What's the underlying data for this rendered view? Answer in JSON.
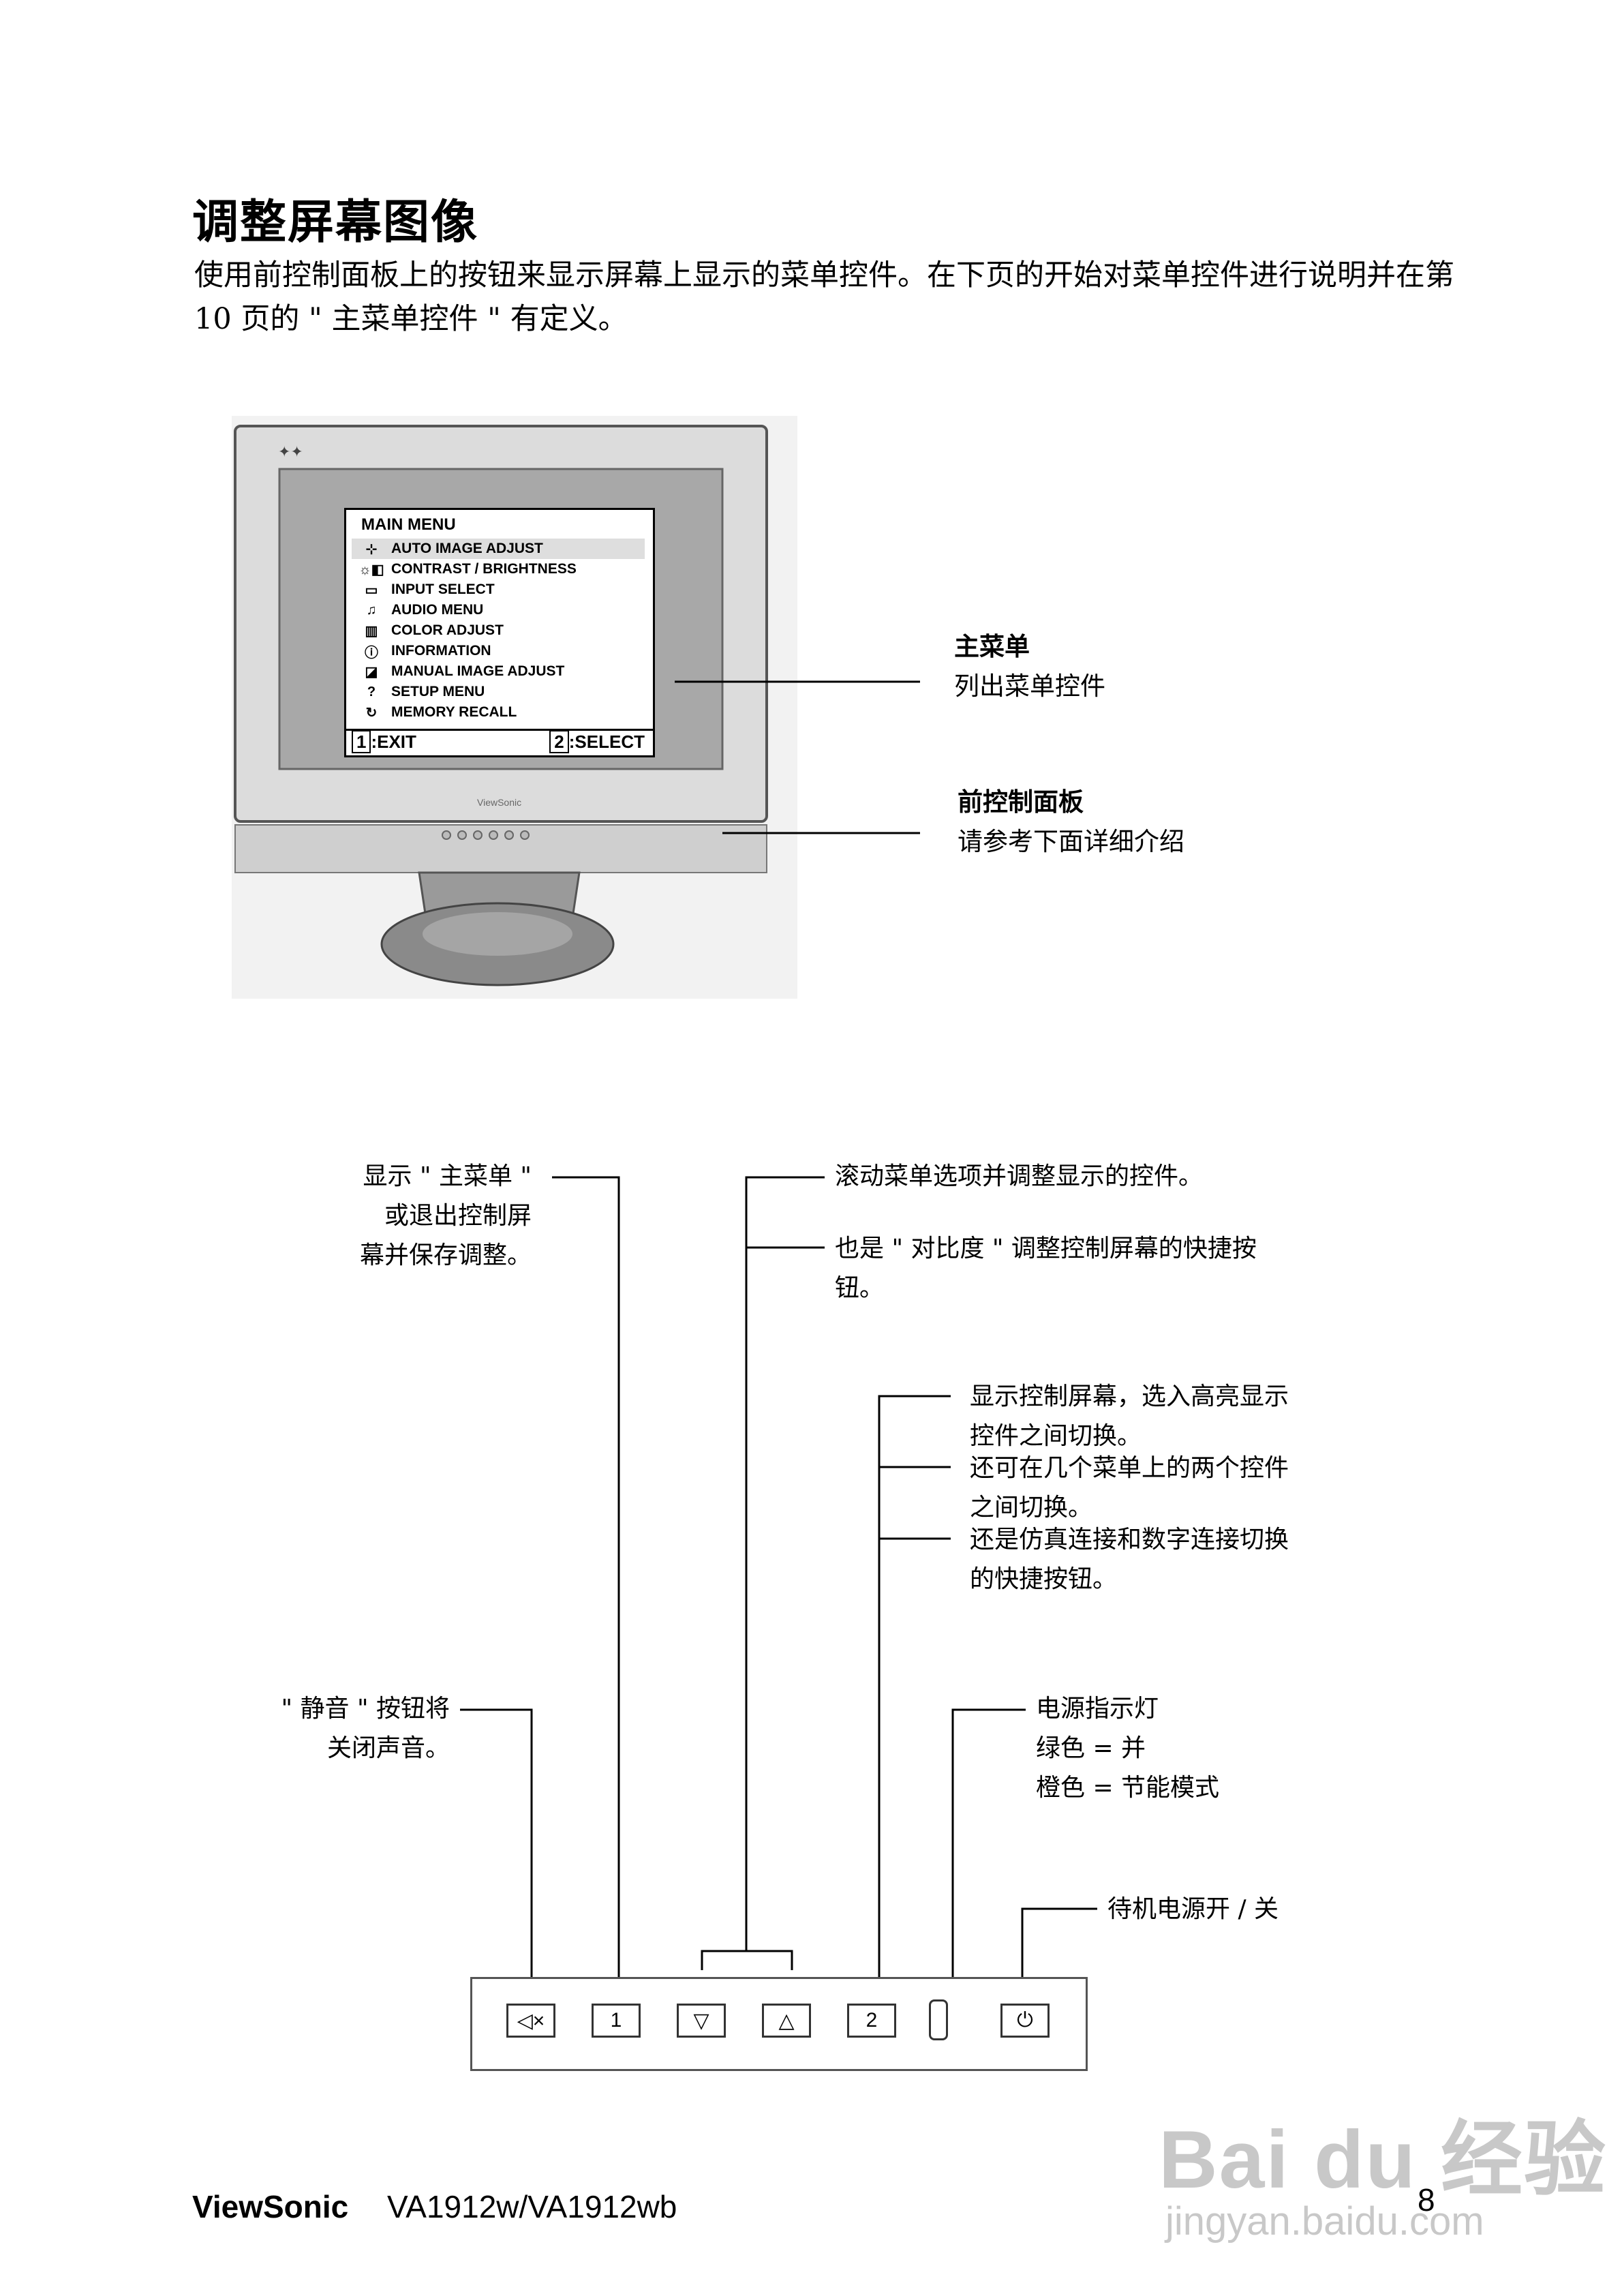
{
  "heading": "调整屏幕图像",
  "intro": "使用前控制面板上的按钮来显示屏幕上显示的菜单控件。在下页的开始对菜单控件进行说明并在第 10 页的 \" 主菜单控件 \" 有定义。",
  "monitor": {
    "menu_title": "MAIN MENU",
    "menu_items": [
      {
        "label": "AUTO IMAGE ADJUST",
        "icon": "auto-adjust-icon"
      },
      {
        "label": "CONTRAST / BRIGHTNESS",
        "icon": "contrast-icon"
      },
      {
        "label": "INPUT SELECT",
        "icon": "input-icon"
      },
      {
        "label": "AUDIO MENU",
        "icon": "audio-icon"
      },
      {
        "label": "COLOR ADJUST",
        "icon": "color-icon"
      },
      {
        "label": "INFORMATION",
        "icon": "info-icon"
      },
      {
        "label": "MANUAL IMAGE ADJUST",
        "icon": "manual-adjust-icon"
      },
      {
        "label": "SETUP MENU",
        "icon": "setup-icon"
      },
      {
        "label": "MEMORY RECALL",
        "icon": "memory-icon"
      }
    ],
    "exit_key": "1",
    "exit_label": ":EXIT",
    "select_key": "2",
    "select_label": ":SELECT"
  },
  "callouts": {
    "main_menu_title": "主菜单",
    "main_menu_desc": "列出菜单控件",
    "front_panel_title": "前控制面板",
    "front_panel_desc": "请参考下面详细介绍"
  },
  "labels": {
    "btn1_line1": "显示 \" 主菜单 \"",
    "btn1_line2": "或退出控制屏",
    "btn1_line3": "幕并保存调整。",
    "scroll": "滚动菜单选项并调整显示的控件。",
    "contrast_line1": "也是 \" 对比度 \" 调整控制屏幕的快捷按",
    "contrast_line2": "钮。",
    "btn2_a1": "显示控制屏幕，选入高亮显示",
    "btn2_a2": "控件之间切换。",
    "btn2_b1": "还可在几个菜单上的两个控件",
    "btn2_b2": "之间切换。",
    "btn2_c1": "还是仿真连接和数字连接切换",
    "btn2_c2": "的快捷按钮。",
    "mute_line1": "\" 静音 \" 按钮将",
    "mute_line2": "关闭声音。",
    "power_led_1": "电源指示灯",
    "power_led_2": "绿色 = 并",
    "power_led_3": "橙色 = 节能模式",
    "standby": "待机电源开 / 关"
  },
  "panel_buttons": [
    {
      "name": "mute-button",
      "label": "",
      "icon": "mute-icon"
    },
    {
      "name": "button-1",
      "label": "1",
      "icon": ""
    },
    {
      "name": "down-button",
      "label": "",
      "icon": "triangle-down-icon"
    },
    {
      "name": "up-button",
      "label": "",
      "icon": "triangle-up-icon"
    },
    {
      "name": "button-2",
      "label": "2",
      "icon": ""
    },
    {
      "name": "power-led",
      "label": "",
      "icon": "led-icon"
    },
    {
      "name": "power-button",
      "label": "",
      "icon": "power-icon"
    }
  ],
  "footer": {
    "brand": "ViewSonic",
    "model": "VA1912w/VA1912wb",
    "page": "8"
  },
  "watermark": {
    "logo": "Bai du 经验",
    "url": "jingyan.baidu.com"
  }
}
